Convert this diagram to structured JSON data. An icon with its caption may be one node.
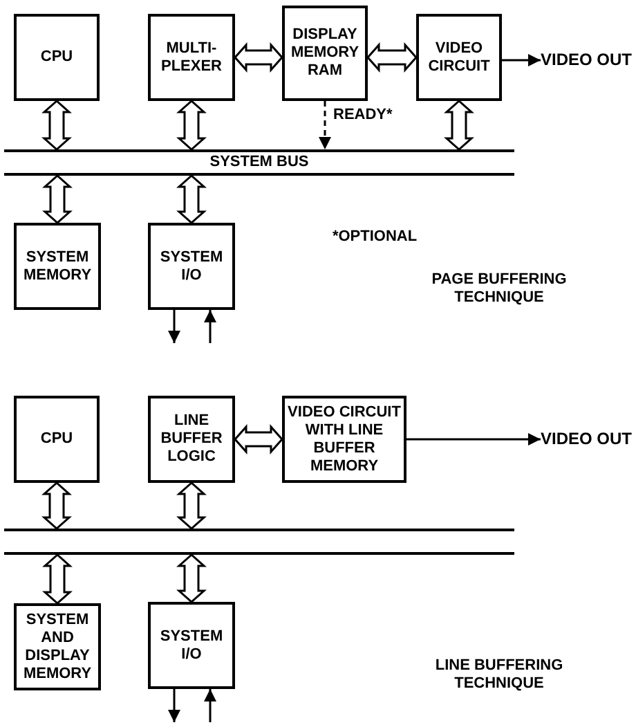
{
  "diagram": {
    "nodes": [
      {
        "text": [
          "CPU"
        ]
      },
      {
        "text": [
          "MULTI- PLEXER"
        ]
      },
      {
        "text": [
          "DISPLAY MEMORY RAM"
        ]
      },
      {
        "text": [
          "VIDEO CIRCUIT"
        ]
      },
      {
        "text": [
          "VIDEO OUT"
        ]
      },
      {
        "text": [
          "SYSTEM BUS"
        ]
      },
      {
        "text": [
          "SYSTEM MEMORY"
        ]
      },
      {
        "text": [
          "SYSTEM I/O"
        ]
      },
      {
        "text": [
          "CPU"
        ]
      },
      {
        "text": [
          "LINE BUFFER LOGIC"
        ]
      },
      {
        "text": [
          "VIDEO CIRCUIT WITH LINE BUFFER MEMORY"
        ]
      },
      {
        "text": [
          "VIDEO OUT"
        ]
      },
      {
        "text": [],
        "shape": "bar"
      },
      {
        "text": [
          "SYSTEM AND DISPLAY MEMORY"
        ]
      },
      {
        "text": [
          "SYSTEM I/O"
        ]
      }
    ],
    "edges": [
      {
        "from": 1,
        "to": 2,
        "arrow": "both",
        "style": "thick"
      },
      {
        "from": 2,
        "to": 3,
        "arrow": "both",
        "style": "thick"
      },
      {
        "from": 3,
        "to": 4,
        "arrow": "to"
      },
      {
        "from": 0,
        "to": 5,
        "arrow": "both",
        "style": "thick"
      },
      {
        "from": 1,
        "to": 5,
        "arrow": "both",
        "style": "thick"
      },
      {
        "from": 2,
        "to": 5,
        "arrow": "to",
        "style": "dashed",
        "label": "READY*"
      },
      {
        "from": 3,
        "to": 5,
        "arrow": "both",
        "style": "thick"
      },
      {
        "from": 5,
        "to": 6,
        "arrow": "both",
        "style": "thick"
      },
      {
        "from": 5,
        "to": 7,
        "arrow": "both",
        "style": "thick"
      },
      {
        "from": 7,
        "to": null,
        "arrow": "to"
      },
      {
        "from": null,
        "to": 7,
        "arrow": "to"
      },
      {
        "from": 9,
        "to": 10,
        "arrow": "both",
        "style": "thick"
      },
      {
        "from": 10,
        "to": 11,
        "arrow": "to"
      },
      {
        "from": 8,
        "to": 12,
        "arrow": "both",
        "style": "thick"
      },
      {
        "from": 9,
        "to": 12,
        "arrow": "both",
        "style": "thick"
      },
      {
        "from": 12,
        "to": 13,
        "arrow": "both",
        "style": "thick"
      },
      {
        "from": 12,
        "to": 14,
        "arrow": "both",
        "style": "thick"
      },
      {
        "from": 14,
        "to": null,
        "arrow": "to"
      },
      {
        "from": null,
        "to": 14,
        "arrow": "to"
      }
    ],
    "labels": [
      "*OPTIONAL",
      "PAGE BUFFERING TECHNIQUE",
      "LINE BUFFERING TECHNIQUE"
    ]
  }
}
